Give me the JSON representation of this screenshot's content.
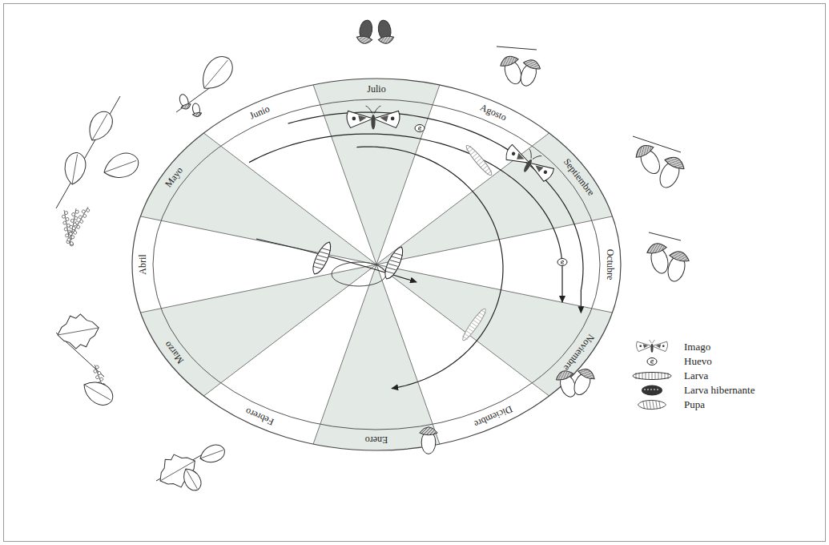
{
  "diagram": {
    "labels": [
      "Julio",
      "Agosto",
      "Septiembre",
      "Octubre",
      "Noviembre",
      "Diciembre",
      "Enero",
      "Febrero",
      "Marzo",
      "Abril",
      "Mayo",
      "Junio"
    ],
    "legend": [
      {
        "text": "Imago"
      },
      {
        "text": "Huevo"
      },
      {
        "text": "Larva"
      },
      {
        "text": "Larva hibernante"
      },
      {
        "text": "Pupa"
      }
    ]
  }
}
